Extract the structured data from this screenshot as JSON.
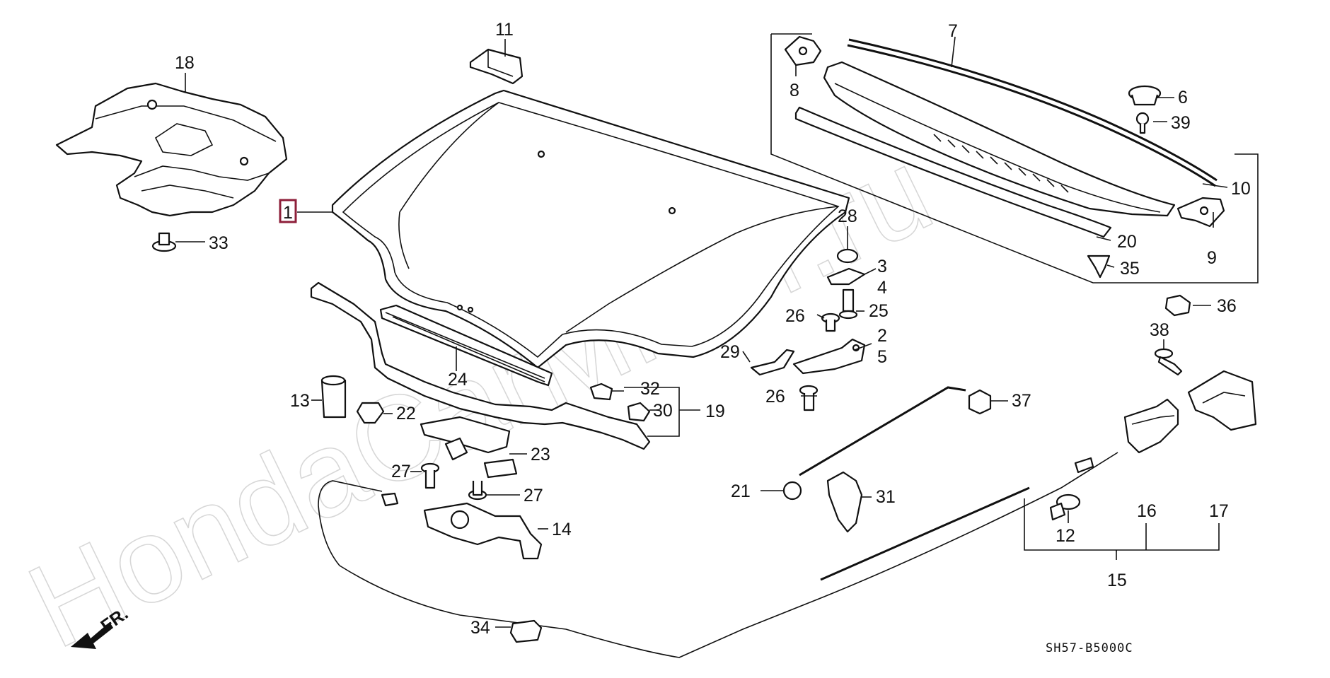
{
  "diagram": {
    "code": "SH57-B5000C",
    "direction_label": "FR.",
    "watermark": "HondaCarMiner.ru",
    "highlighted_label": "1",
    "labels": [
      {
        "text": "1"
      },
      {
        "text": "2"
      },
      {
        "text": "3"
      },
      {
        "text": "4"
      },
      {
        "text": "5"
      },
      {
        "text": "6"
      },
      {
        "text": "7"
      },
      {
        "text": "8"
      },
      {
        "text": "9"
      },
      {
        "text": "10"
      },
      {
        "text": "11"
      },
      {
        "text": "12"
      },
      {
        "text": "13"
      },
      {
        "text": "14"
      },
      {
        "text": "15"
      },
      {
        "text": "16"
      },
      {
        "text": "17"
      },
      {
        "text": "18"
      },
      {
        "text": "19"
      },
      {
        "text": "20"
      },
      {
        "text": "21"
      },
      {
        "text": "22"
      },
      {
        "text": "23"
      },
      {
        "text": "24"
      },
      {
        "text": "25"
      },
      {
        "text": "26"
      },
      {
        "text": "26"
      },
      {
        "text": "27"
      },
      {
        "text": "27"
      },
      {
        "text": "28"
      },
      {
        "text": "29"
      },
      {
        "text": "30"
      },
      {
        "text": "31"
      },
      {
        "text": "32"
      },
      {
        "text": "33"
      },
      {
        "text": "34"
      },
      {
        "text": "35"
      },
      {
        "text": "36"
      },
      {
        "text": "37"
      },
      {
        "text": "38"
      },
      {
        "text": "39"
      }
    ]
  }
}
